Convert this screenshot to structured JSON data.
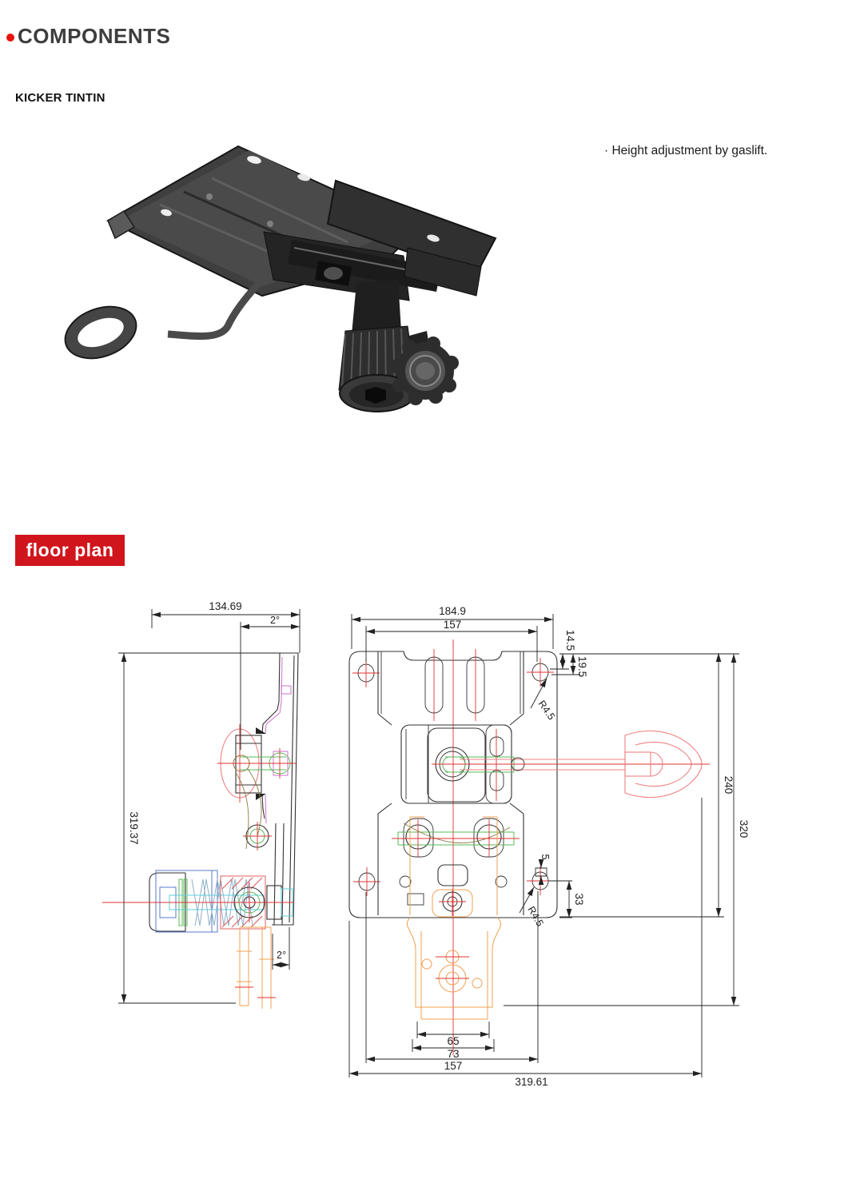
{
  "header": {
    "title": "COMPONENTS",
    "bullet_color": "#e8120c"
  },
  "product": {
    "name": "KICKER TINTIN",
    "note": "· Height adjustment by gaslift."
  },
  "floor_plan": {
    "label": "floor plan",
    "banner_color": "#d0151c",
    "text_color": "#ffffff"
  },
  "drawing": {
    "colors": {
      "outline": "#333333",
      "centerline": "#e03030",
      "handle": "#f08080",
      "rod": "#58b858",
      "hidden_part": "#f0a050",
      "knob_outline": "#5878c8",
      "shaft": "#5ecfdc",
      "spring": "#8fb0c8",
      "overlay": "#cc70cc",
      "hatch": "#e05050"
    },
    "dims": {
      "side_width": "134.69",
      "side_angle_top": "2°",
      "side_height": "319.37",
      "side_angle_bottom": "2°",
      "top_overall_width": "184.9",
      "top_hole_span": "157",
      "edge_to_hole_top": "14.5",
      "edge_to_hole_center": "19.5",
      "radius_top": "R4.5",
      "plate_height": "240",
      "overall_height": "320",
      "slot_width": "5",
      "hole_to_bottom": "33",
      "radius_bottom": "R4.5",
      "bottom_inner": "65",
      "bottom_mid": "73",
      "bottom_hole_span": "157",
      "overall_length": "319.61"
    }
  }
}
